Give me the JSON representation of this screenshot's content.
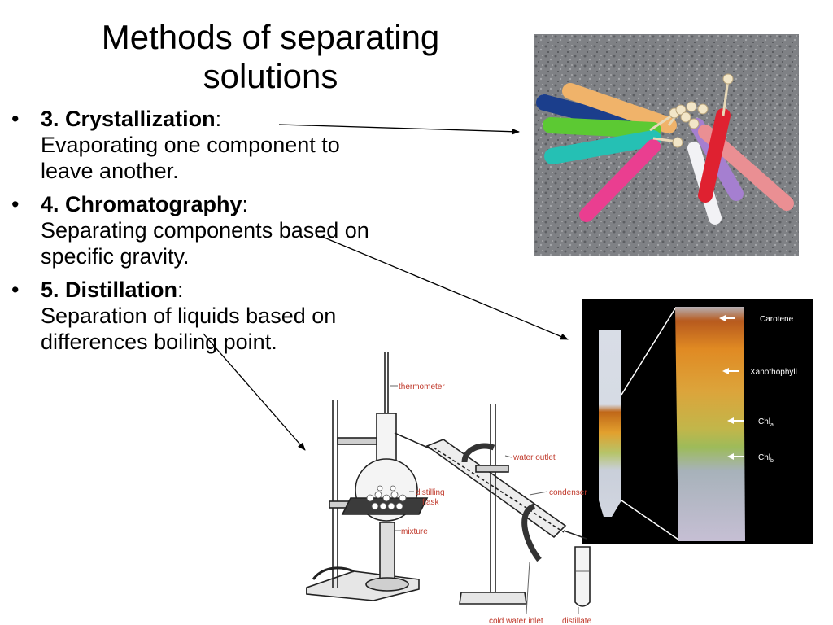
{
  "slide": {
    "title": "Methods of separating solutions",
    "bullets": [
      {
        "term": "3.  Crystallization",
        "sep": ":",
        "text": "Evaporating one component to leave another."
      },
      {
        "term": "4.  Chromatography",
        "sep": ":",
        "text": "Separating components based on specific gravity."
      },
      {
        "term": "5.  Distillation",
        "sep": ":",
        "text": "Separation of liquids based on differences boiling point."
      }
    ]
  },
  "chromatogram": {
    "labels": [
      "Carotene",
      "Xanothophyll",
      "Chl",
      "Chl"
    ],
    "subscripts": [
      "a",
      "b"
    ]
  },
  "distillation": {
    "labels": [
      "thermometer",
      "water outlet",
      "distilling",
      "flask",
      "condenser",
      "mixture",
      "cold water inlet",
      "distillate"
    ]
  }
}
